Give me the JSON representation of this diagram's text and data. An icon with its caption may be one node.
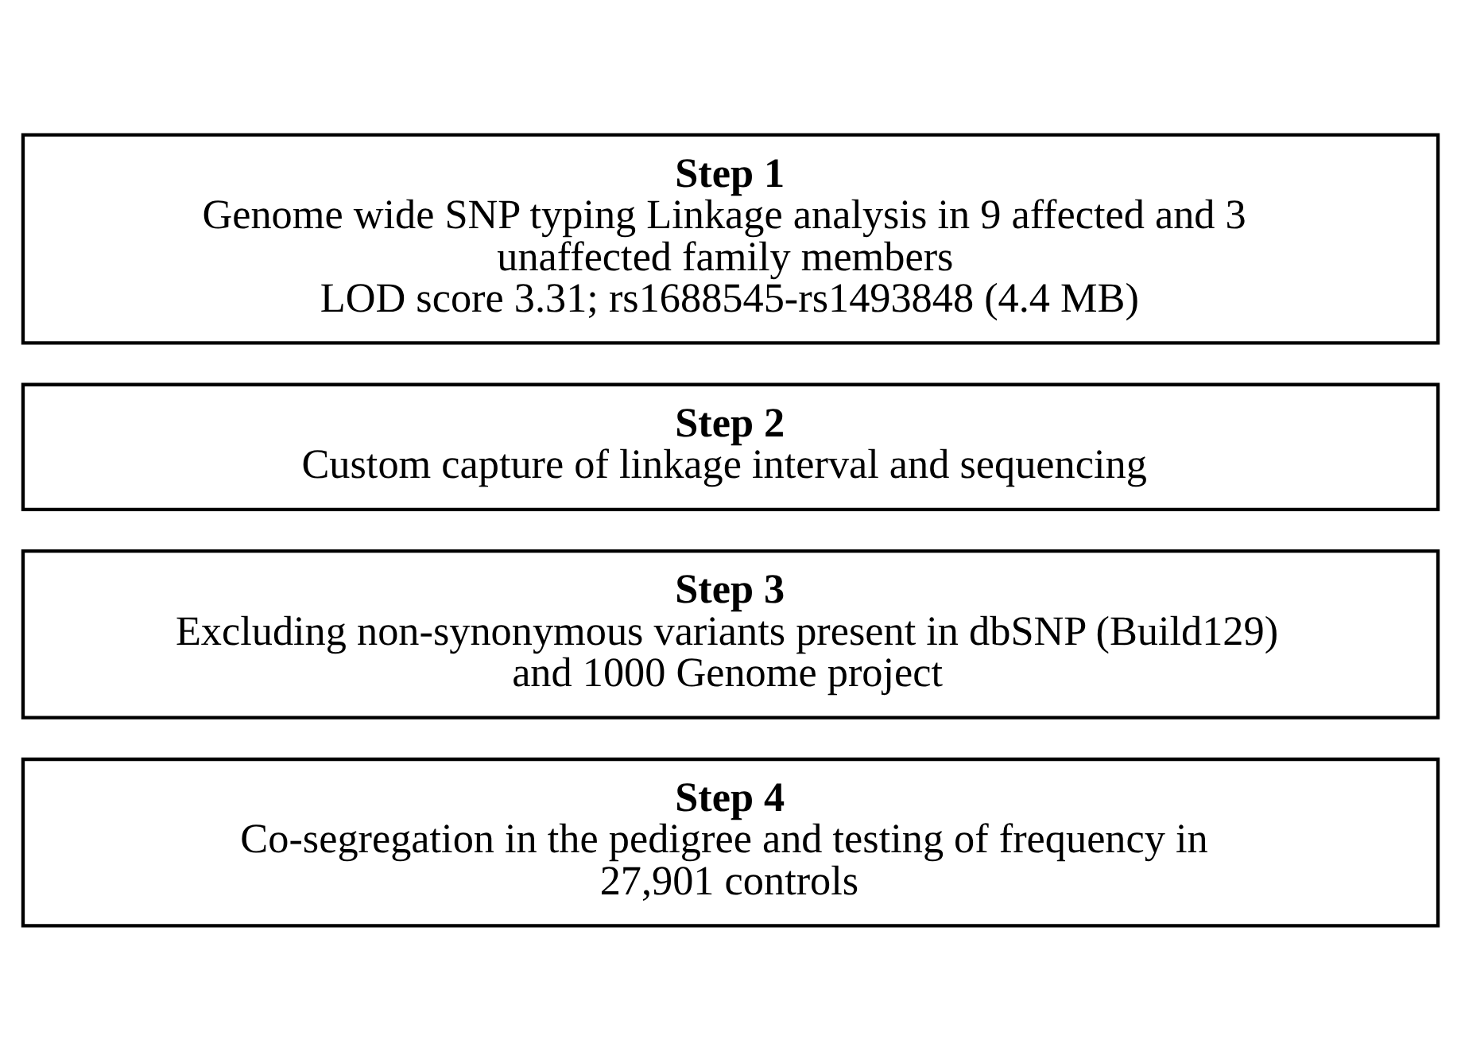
{
  "diagram": {
    "nodes": [
      {
        "text": [
          "Step 1",
          "Genome wide SNP typing Linkage analysis in 9 affected and 3 unaffected family members",
          "LOD score 3.31; rs1688545-rs1493848 (4.4 MB)"
        ]
      },
      {
        "text": [
          "Step 2",
          "Custom capture of linkage interval and sequencing"
        ]
      },
      {
        "text": [
          "Step 3",
          "Excluding non-synonymous variants present in dbSNP (Build129) and 1000 Genome project"
        ]
      },
      {
        "text": [
          "Step 4",
          "Co-segregation in the pedigree and testing of frequency in 27,901 controls"
        ]
      }
    ]
  }
}
